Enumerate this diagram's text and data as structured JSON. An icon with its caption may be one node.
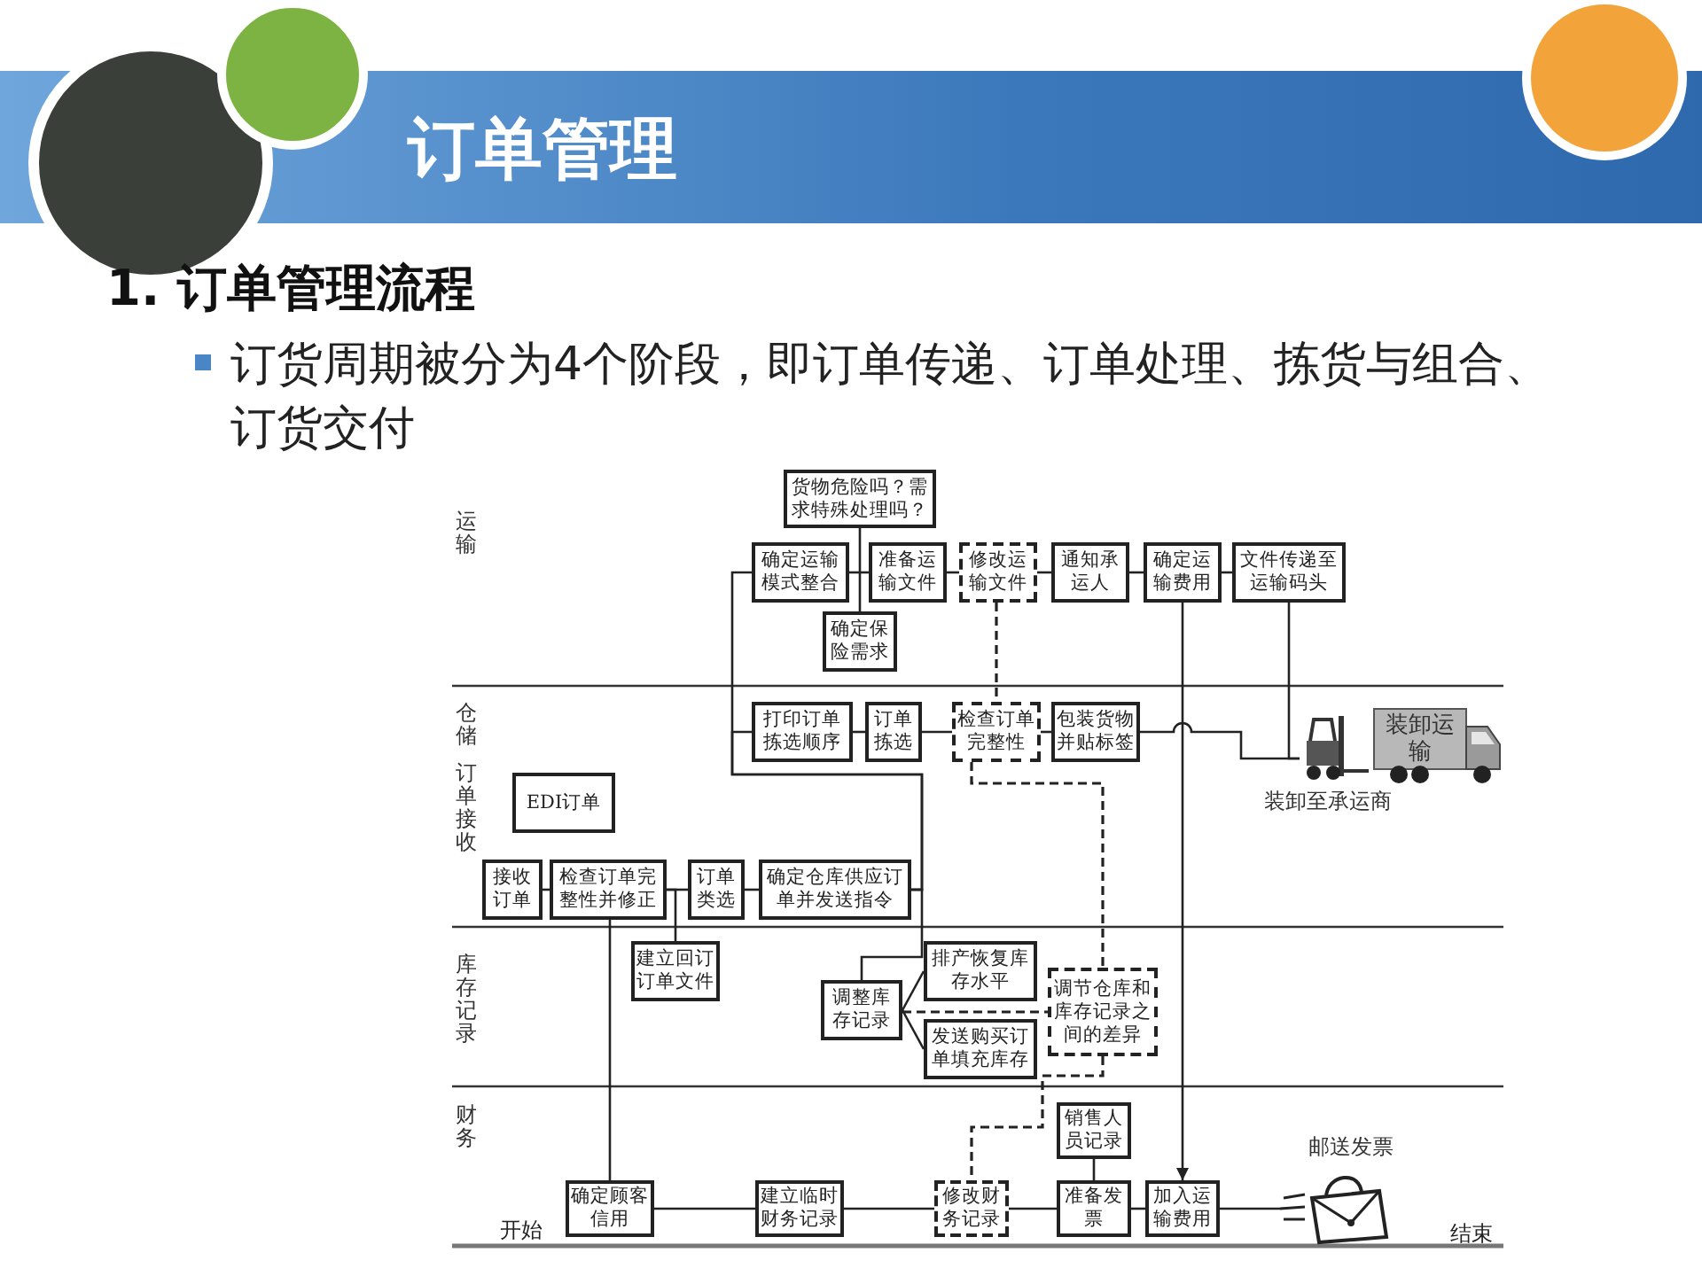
{
  "diagram": {
    "title": "订单管理",
    "nodes": [
      {
        "text": [
          "货物危险吗？需求特殊处理吗？"
        ]
      },
      {
        "text": [
          "确定运输模式整合"
        ]
      },
      {
        "text": [
          "准备运输文件"
        ]
      },
      {
        "text": [
          "修改运输文件"
        ]
      },
      {
        "text": [
          "通知承运人"
        ]
      },
      {
        "text": [
          "确定运输费用"
        ]
      },
      {
        "text": [
          "文件传递至运输码头"
        ]
      },
      {
        "text": [
          "确定保险需求"
        ]
      },
      {
        "text": [
          "打印订单拣选顺序"
        ]
      },
      {
        "text": [
          "订单拣选"
        ]
      },
      {
        "text": [
          "检查订单完整性"
        ]
      },
      {
        "text": [
          "包装货物并贴标签"
        ]
      },
      {
        "text": [
          "装卸运输"
        ],
        "beside": [
          "装卸至承运商"
        ]
      },
      {
        "text": [
          "EDI订单"
        ]
      },
      {
        "text": [
          "接收订单"
        ]
      },
      {
        "text": [
          "检查订单完整性并修正"
        ]
      },
      {
        "text": [
          "订单类选"
        ]
      },
      {
        "text": [
          "确定仓库供应订单并发送指令"
        ]
      },
      {
        "text": [
          "建立回订订单文件"
        ]
      },
      {
        "text": [
          "调整库存记录"
        ]
      },
      {
        "text": [
          "排产恢复库存水平"
        ]
      },
      {
        "text": [
          "发送购买订单填充库存"
        ]
      },
      {
        "text": [
          "调节仓库和库存记录之间的差异"
        ]
      },
      {
        "text": [
          "销售人员记录"
        ]
      },
      {
        "text": [
          "确定顾客信用"
        ]
      },
      {
        "text": [
          "建立临时财务记录"
        ]
      },
      {
        "text": [
          "修改财务记录"
        ]
      },
      {
        "text": [
          "准备发票"
        ]
      },
      {
        "text": [
          "加入运输费用"
        ]
      },
      {
        "text": [],
        "shape": "picture",
        "beside": [
          "邮送发票"
        ]
      }
    ],
    "edges": [
      {
        "from": 0,
        "to": 7,
        "arrow": "none"
      },
      {
        "from": 1,
        "to": 2,
        "arrow": "none"
      },
      {
        "from": 2,
        "to": 3,
        "arrow": "none"
      },
      {
        "from": 3,
        "to": 4,
        "arrow": "none"
      },
      {
        "from": 4,
        "to": 5,
        "arrow": "none"
      },
      {
        "from": 5,
        "to": 6,
        "arrow": "none"
      },
      {
        "from": 5,
        "to": 28,
        "arrow": "to"
      },
      {
        "from": 6,
        "to": 12,
        "arrow": "none"
      },
      {
        "from": 11,
        "to": 12,
        "arrow": "none"
      },
      {
        "from": 17,
        "to": 1,
        "arrow": "none"
      },
      {
        "from": 17,
        "to": 8,
        "arrow": "none"
      },
      {
        "from": 17,
        "to": 19,
        "arrow": "none"
      },
      {
        "from": 8,
        "to": 9,
        "arrow": "none"
      },
      {
        "from": 9,
        "to": 10,
        "arrow": "none"
      },
      {
        "from": 10,
        "to": 11,
        "arrow": "none"
      },
      {
        "from": 3,
        "to": 10,
        "arrow": "none",
        "style": "dashed"
      },
      {
        "from": 10,
        "to": 22,
        "arrow": "none",
        "style": "dashed"
      },
      {
        "from": 14,
        "to": 15,
        "arrow": "none"
      },
      {
        "from": 15,
        "to": 16,
        "arrow": "none"
      },
      {
        "from": 16,
        "to": 17,
        "arrow": "none"
      },
      {
        "from": 15,
        "to": 18,
        "arrow": "none"
      },
      {
        "from": 15,
        "to": 24,
        "arrow": "none"
      },
      {
        "from": 19,
        "to": 20,
        "arrow": "none"
      },
      {
        "from": 19,
        "to": 21,
        "arrow": "none"
      },
      {
        "from": 19,
        "to": 22,
        "arrow": "none",
        "style": "dashed"
      },
      {
        "from": 22,
        "to": 26,
        "arrow": "none",
        "style": "dashed"
      },
      {
        "from": 24,
        "to": 25,
        "arrow": "none"
      },
      {
        "from": 25,
        "to": 26,
        "arrow": "none"
      },
      {
        "from": 26,
        "to": 27,
        "arrow": "none"
      },
      {
        "from": 27,
        "to": 28,
        "arrow": "none"
      },
      {
        "from": 28,
        "to": 29,
        "arrow": "none"
      },
      {
        "from": 23,
        "to": 27,
        "arrow": "none"
      }
    ],
    "labels": [
      "1. 订单管理流程",
      "订货周期被分为4个阶段，即订单传递、订单处理、拣货与组合、订货交付",
      "运输",
      "仓储",
      "订单接收",
      "库存记录",
      "财务",
      "开始",
      "结束"
    ]
  }
}
